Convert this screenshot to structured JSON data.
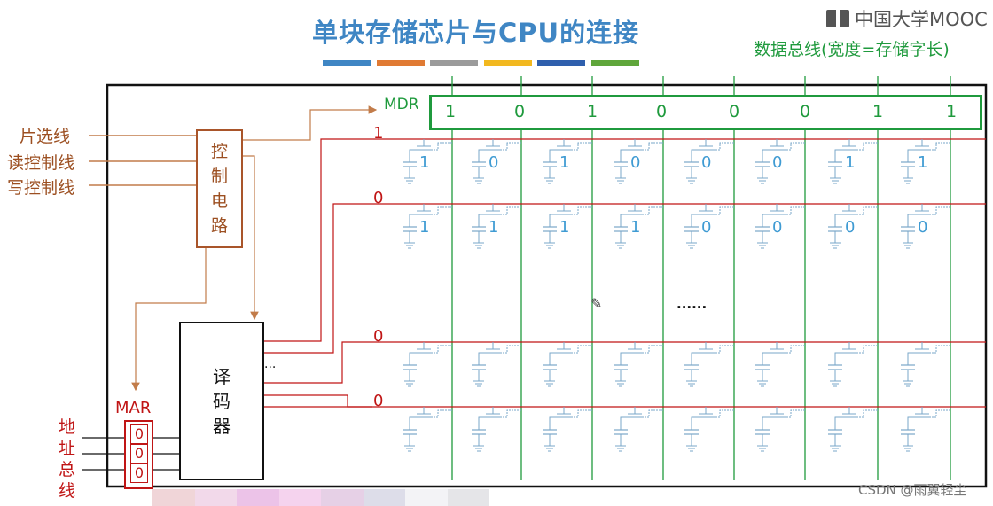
{
  "title": "单块存储芯片与CPU的连接",
  "logo": "中国大学MOOC",
  "data_bus_label": "数据总线(宽度=存储字长)",
  "color_bar": [
    "#3f86c4",
    "#e07a33",
    "#9b9b9b",
    "#f2b81f",
    "#2f5fad",
    "#5fa63b"
  ],
  "signals": {
    "chip_select": "片选线",
    "read_control": "读控制线",
    "write_control": "写控制线"
  },
  "control_circuit": [
    "控",
    "制",
    "电",
    "路"
  ],
  "decoder": [
    "译",
    "码",
    "器"
  ],
  "decoder_ellipsis": "...",
  "mar": {
    "label": "MAR",
    "bits": [
      "0",
      "0",
      "0"
    ]
  },
  "address_bus": [
    "地",
    "址",
    "总",
    "线"
  ],
  "mdr": {
    "label": "MDR",
    "bits": [
      "1",
      "0",
      "1",
      "0",
      "0",
      "0",
      "1",
      "1"
    ]
  },
  "rows": [
    {
      "select": "1",
      "cells": [
        "1",
        "0",
        "1",
        "0",
        "0",
        "0",
        "1",
        "1"
      ]
    },
    {
      "select": "0",
      "cells": [
        "1",
        "1",
        "1",
        "1",
        "0",
        "0",
        "0",
        "0"
      ]
    },
    {
      "select": "0",
      "cells": [
        "",
        "",
        "",
        "",
        "",
        "",
        "",
        ""
      ]
    },
    {
      "select": "0",
      "cells": [
        "",
        "",
        "",
        "",
        "",
        "",
        "",
        ""
      ]
    }
  ],
  "middle_ellipsis": "......",
  "watermark_colors": [
    "#f0d5d8",
    "#f2d9ea",
    "#ecc3e8",
    "#f5d3ee",
    "#e6d0e6",
    "#dddde9",
    "#f3f3f6",
    "#e5e5e8"
  ],
  "footer_credit": "CSDN @雨翼轻尘"
}
